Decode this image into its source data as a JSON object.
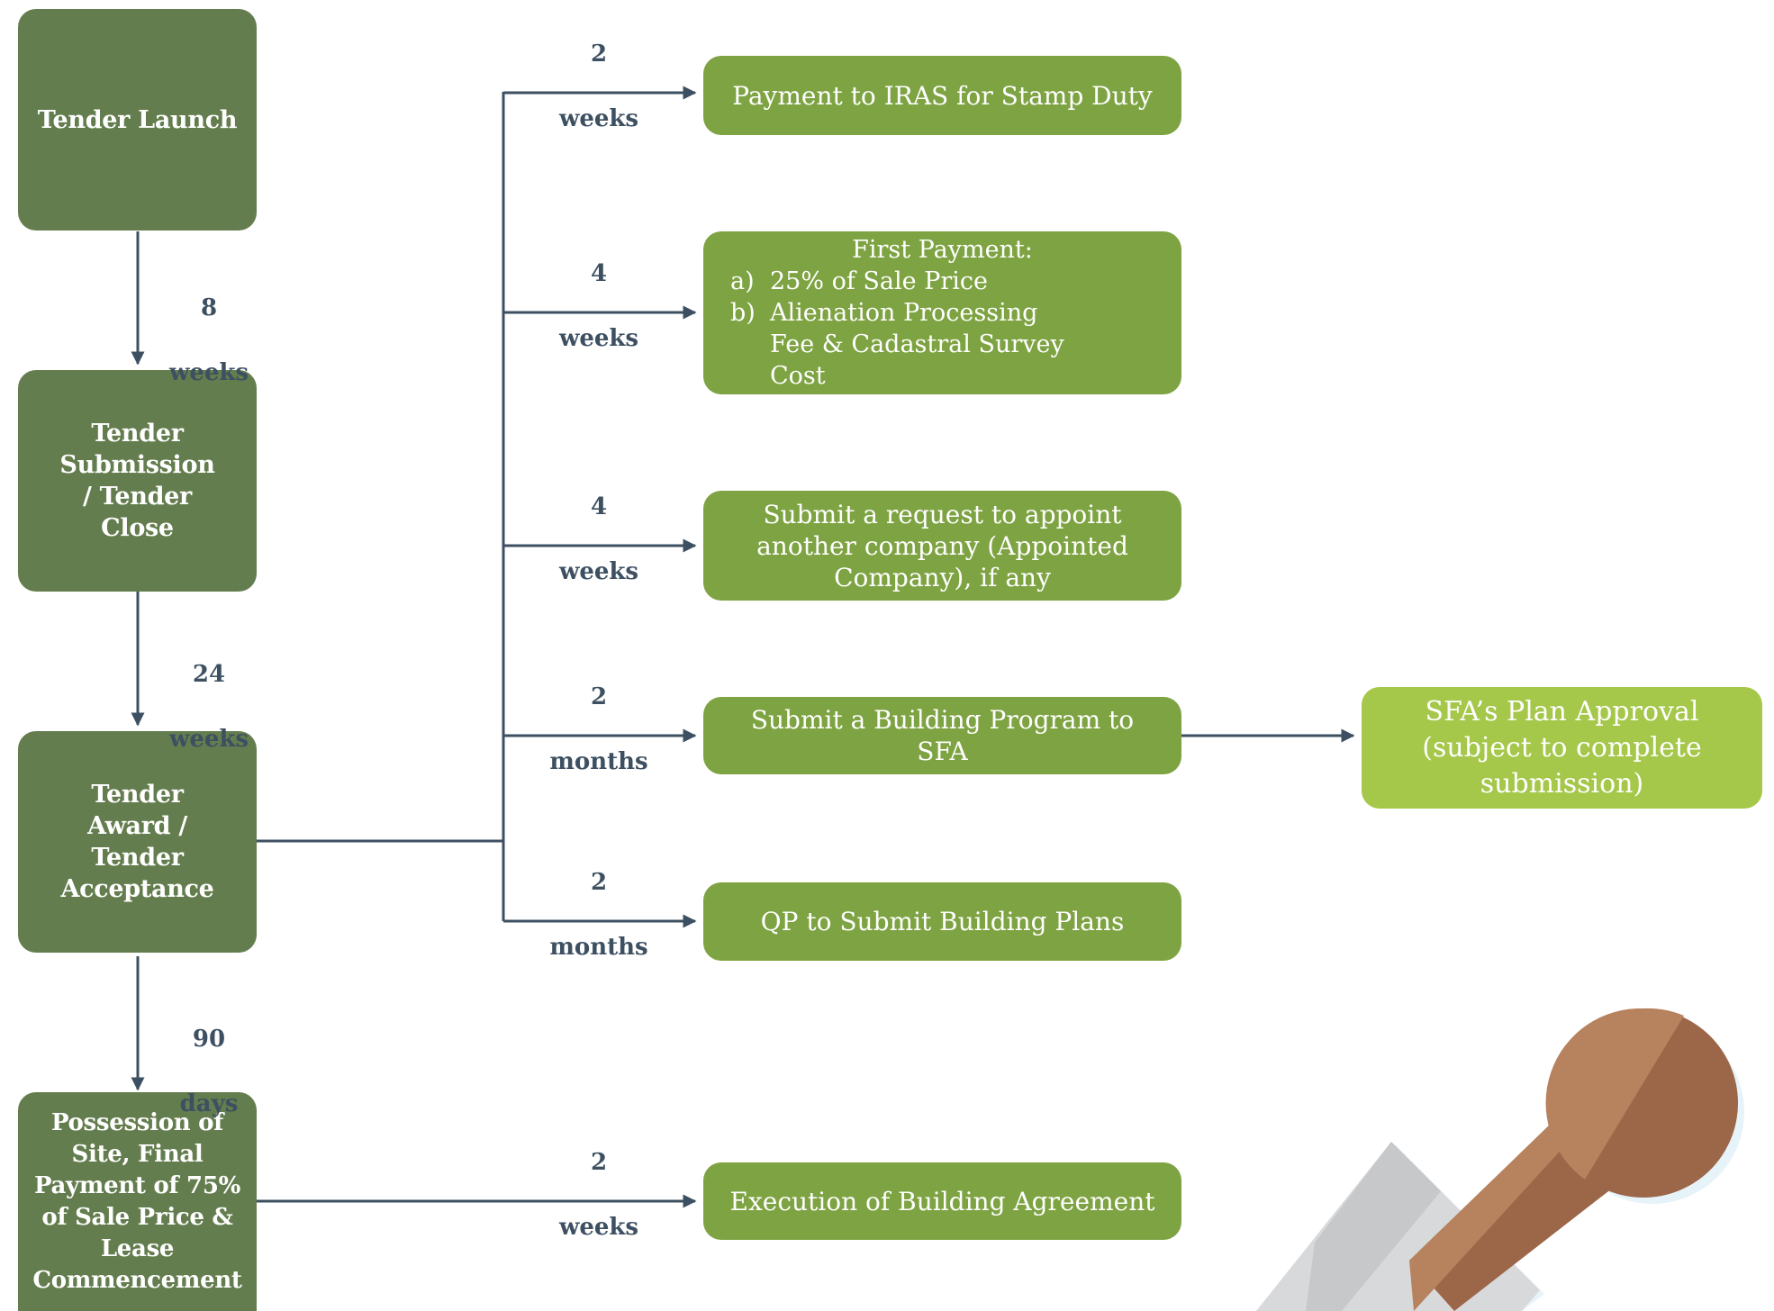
{
  "colors": {
    "stage": "#647d4e",
    "step": "#7ea342",
    "approval": "#a5c74a",
    "connector": "#3d5062"
  },
  "stages": [
    {
      "id": "tender-launch",
      "label": "Tender Launch"
    },
    {
      "id": "tender-close",
      "label": "Tender Submission / Tender Close"
    },
    {
      "id": "tender-award",
      "label": "Tender Award / Tender Acceptance"
    },
    {
      "id": "possession",
      "label": "Possession of Site, Final Payment of 75% of Sale Price & Lease Commencement"
    }
  ],
  "stage_durations": [
    {
      "number": "8",
      "unit": "weeks"
    },
    {
      "number": "24",
      "unit": "weeks"
    },
    {
      "number": "90",
      "unit": "days"
    }
  ],
  "steps": [
    {
      "label": "Payment to IRAS for Stamp Duty",
      "duration": {
        "number": "2",
        "unit": "weeks"
      }
    },
    {
      "heading": "First Payment:",
      "items": [
        {
          "marker": "a)",
          "text": "25% of Sale Price"
        },
        {
          "marker": "b)",
          "text": "Alienation Processing Fee & Cadastral Survey Cost"
        }
      ],
      "duration": {
        "number": "4",
        "unit": "weeks"
      }
    },
    {
      "label": "Submit a request to appoint another company (Appointed Company), if any",
      "duration": {
        "number": "4",
        "unit": "weeks"
      }
    },
    {
      "label": "Submit a Building Program to SFA",
      "duration": {
        "number": "2",
        "unit": "months"
      }
    },
    {
      "label": "QP to Submit Building Plans",
      "duration": {
        "number": "2",
        "unit": "months"
      }
    },
    {
      "label": "Execution of Building Agreement",
      "duration": {
        "number": "2",
        "unit": "weeks"
      }
    }
  ],
  "approval": {
    "label": "SFA’s Plan Approval (subject to complete submission)"
  },
  "decoration": {
    "icon": "rubber-stamp-icon"
  }
}
